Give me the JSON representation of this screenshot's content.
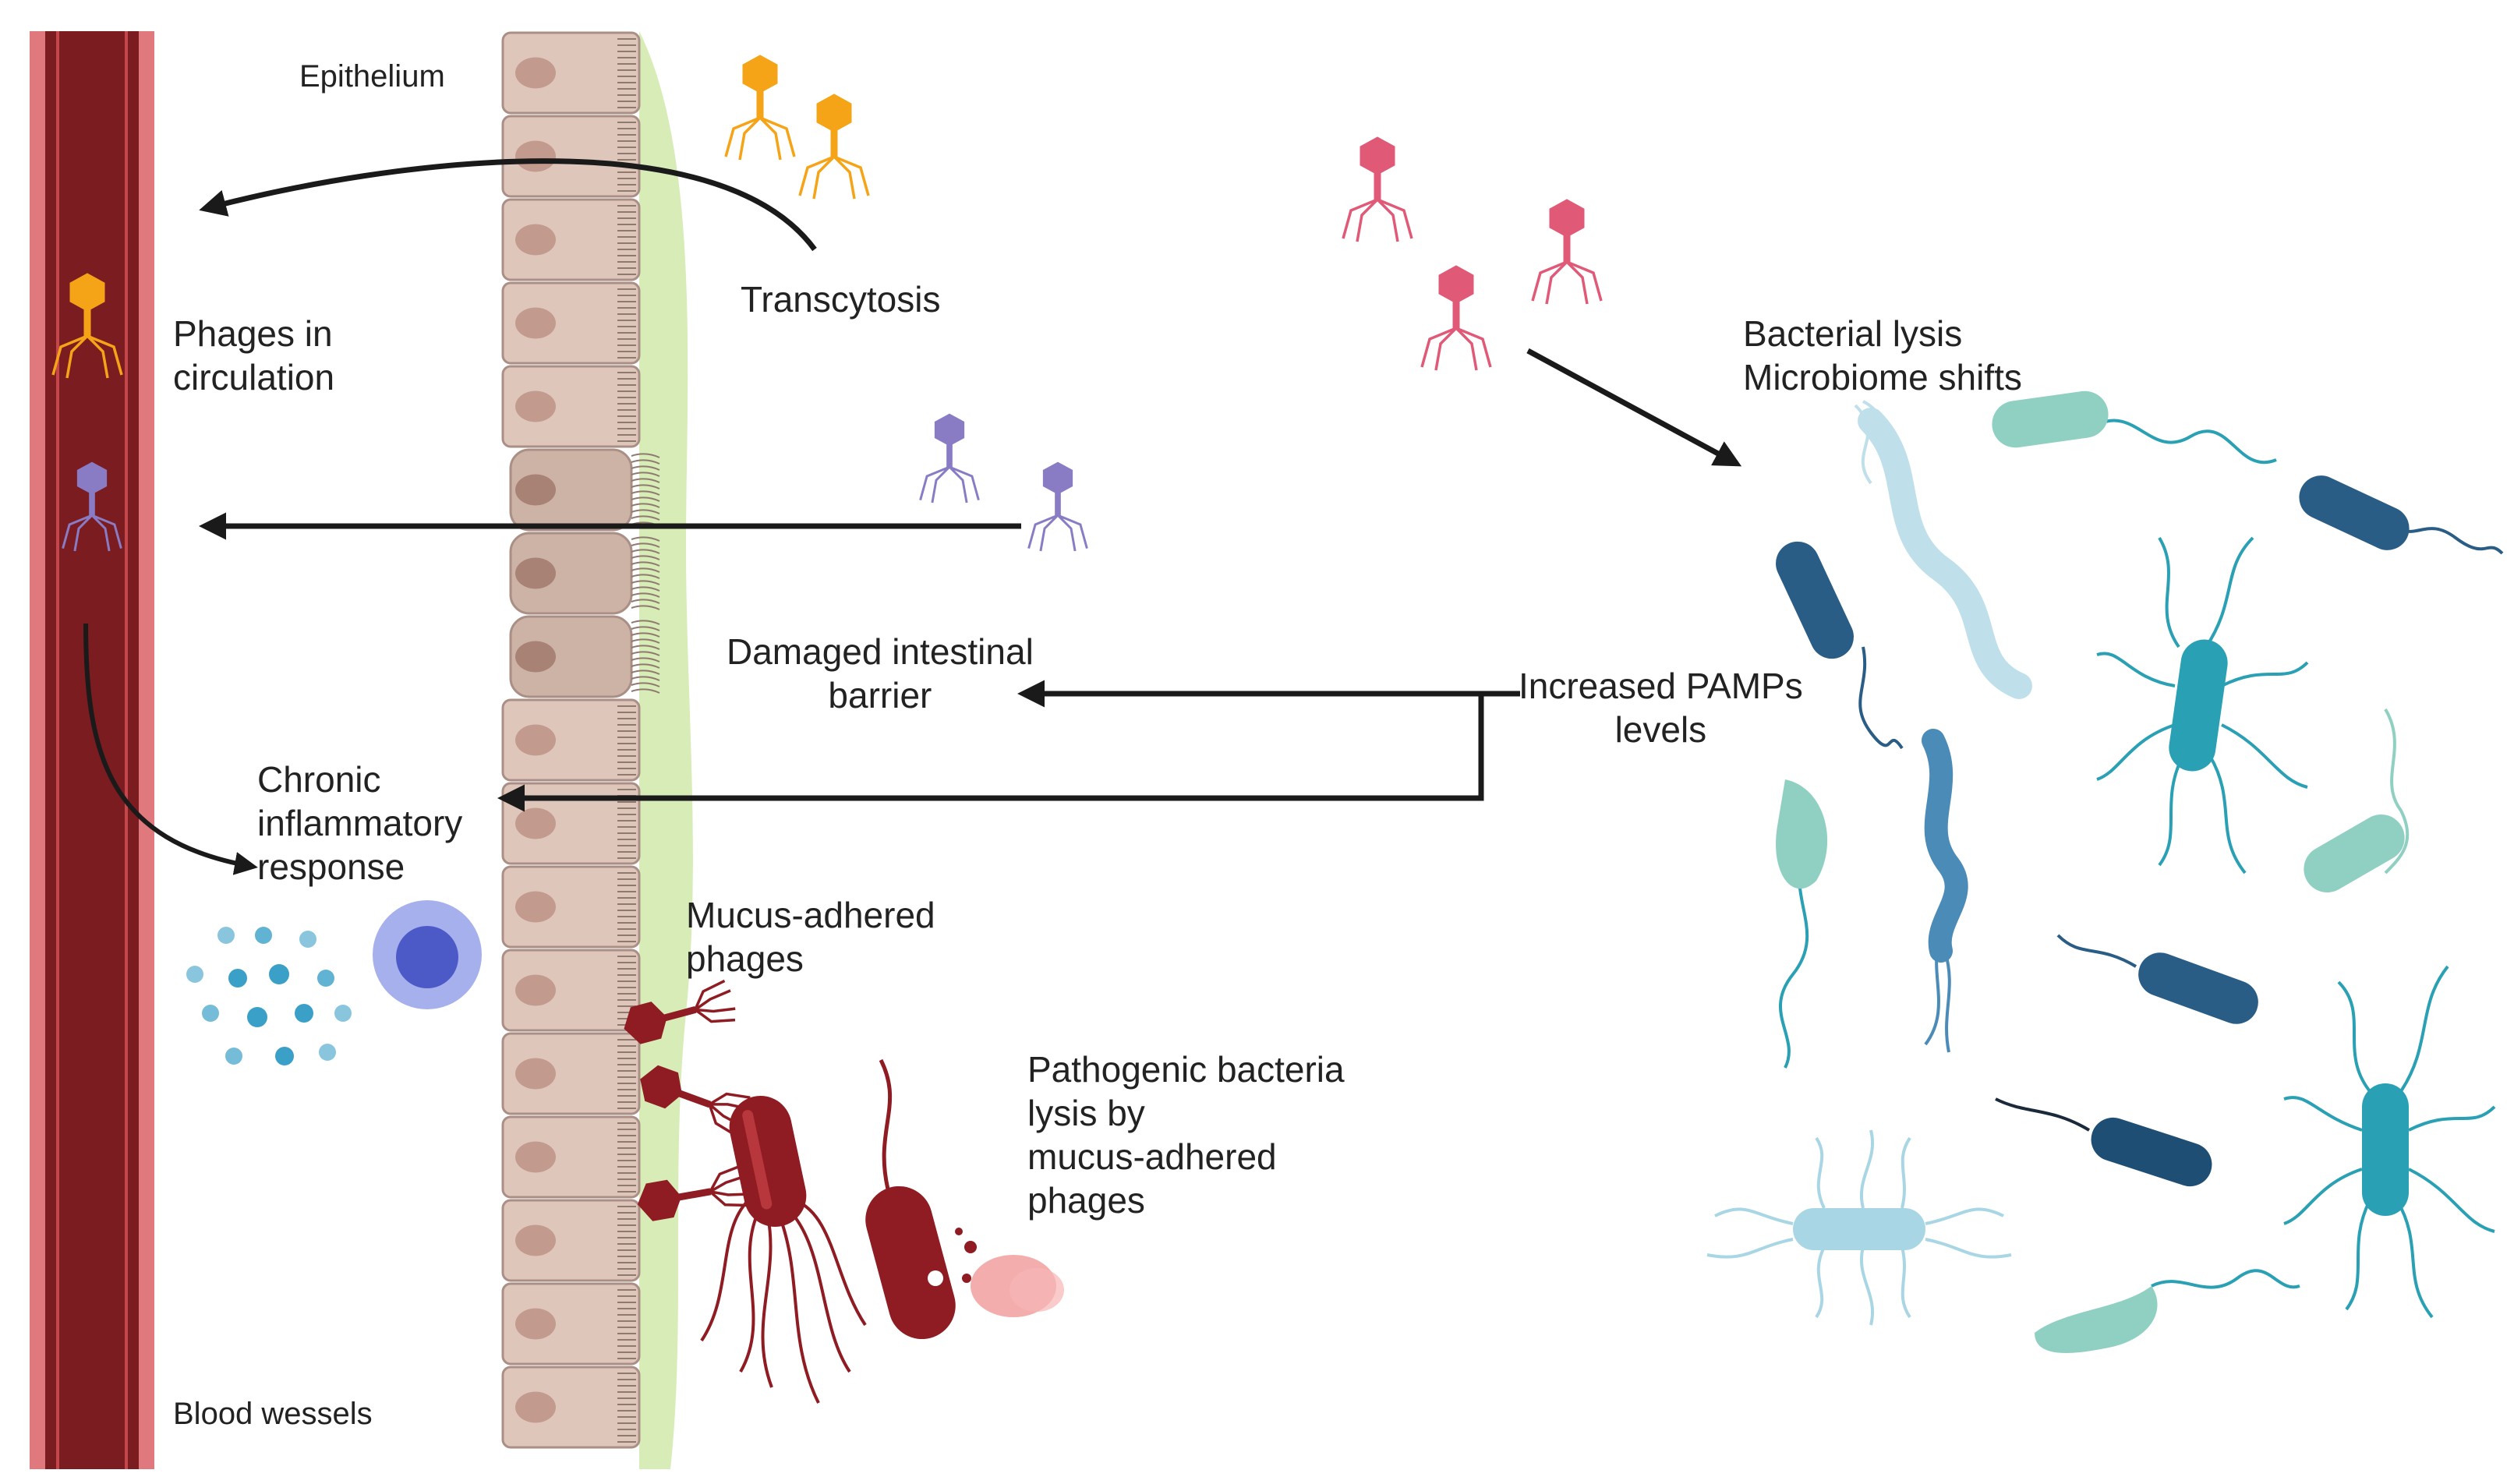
{
  "diagram": {
    "labels": {
      "epithelium": "Epithelium",
      "transcytosis": "Transcytosis",
      "phages_in_circulation": [
        "Phages in",
        "circulation"
      ],
      "bacterial_lysis": [
        "Bacterial lysis",
        "Microbiome shifts"
      ],
      "damaged_barrier": [
        "Damaged intestinal",
        "barrier"
      ],
      "increased_pamps": [
        "Increased PAMPs",
        "levels"
      ],
      "chronic_inflammatory": [
        "Chronic",
        "inflammatory",
        "response"
      ],
      "mucus_adhered": [
        "Mucus-adhered",
        "phages"
      ],
      "pathogenic_lysis": [
        "Pathogenic bacteria",
        "lysis by",
        "mucus-adhered",
        "phages"
      ],
      "blood_wessels": "Blood wessels"
    },
    "colors": {
      "vessel_dark": "#7a1c20",
      "vessel_light": "#e0797d",
      "mucus": "#d7ecb6",
      "cell": "#dfc6bb",
      "cell_border": "#a98f85",
      "nucleus": "#c29b8e",
      "phage_orange": "#f5a418",
      "phage_purple": "#8a7cc4",
      "phage_pink": "#e05a78",
      "phage_red": "#8e1c22",
      "arrow": "#1a1a1a",
      "bacteria_teal": "#2aa0b4",
      "bacteria_dark_blue": "#2a5d86",
      "bacteria_mint": "#8fd0c2",
      "bacteria_light": "#bfe0ea",
      "immune_cell": "#6574d6",
      "cytokine": "#3aa0c8"
    }
  }
}
